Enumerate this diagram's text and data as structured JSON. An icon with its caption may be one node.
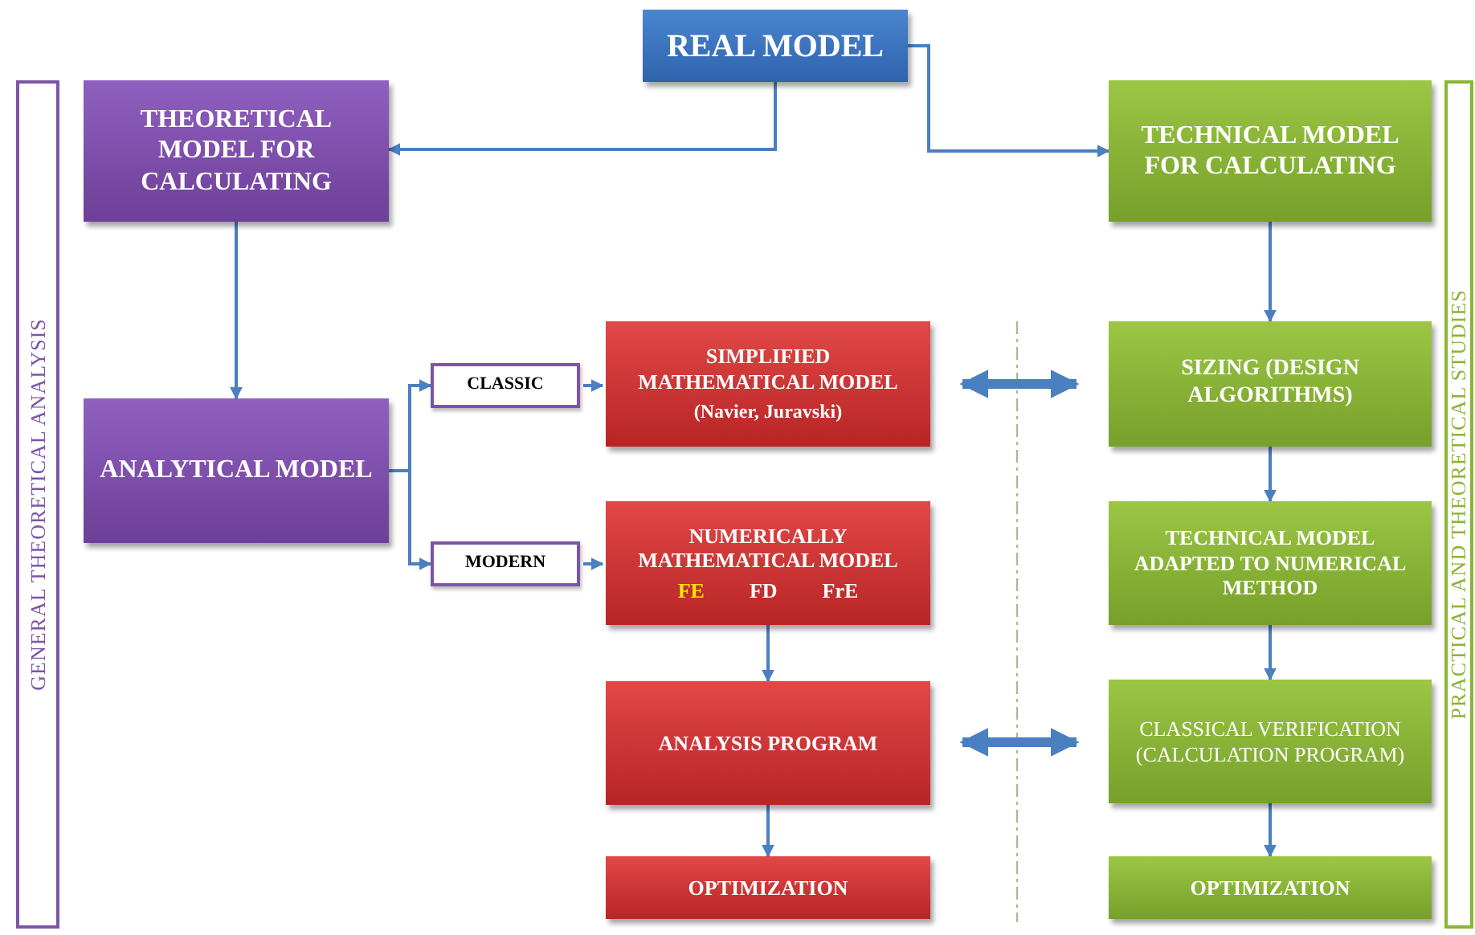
{
  "diagram": {
    "nodes": [
      {
        "text": [
          "GENERAL THEORETICAL ANALYSIS"
        ]
      },
      {
        "text": [
          "REAL MODEL"
        ]
      },
      {
        "text": [
          "THEORETICAL MODEL FOR CALCULATING"
        ]
      },
      {
        "text": [
          "TECHNICAL MODEL FOR CALCULATING"
        ]
      },
      {
        "text": [
          "ANALYTICAL MODEL"
        ]
      },
      {
        "text": [
          "CLASSIC"
        ]
      },
      {
        "text": [
          "SIMPLIFIED MATHEMATICAL MODEL",
          "(Navier, Juravski)"
        ]
      },
      {
        "text": [
          "SIZING (DESIGN ALGORITHMS)"
        ]
      },
      {
        "text": [
          "MODERN"
        ]
      },
      {
        "text": [
          "NUMERICALLY MATHEMATICAL MODEL",
          "FE",
          "FD",
          "FrE"
        ]
      },
      {
        "text": [
          "TECHNICAL MODEL ADAPTED TO NUMERICAL METHOD"
        ]
      },
      {
        "text": [
          "ANALYSIS PROGRAM"
        ]
      },
      {
        "text": [
          "CLASSICAL VERIFICATION (CALCULATION PROGRAM)"
        ]
      },
      {
        "text": [
          "OPTIMIZATION"
        ]
      },
      {
        "text": [
          "OPTIMIZATION"
        ]
      },
      {
        "text": [
          "PRACTICAL AND THEORETICAL STUDIES"
        ]
      }
    ],
    "edges": [
      {
        "from": 1,
        "to": 2,
        "arrow": "to"
      },
      {
        "from": 1,
        "to": 3,
        "arrow": "to"
      },
      {
        "from": 2,
        "to": 4,
        "arrow": "to"
      },
      {
        "from": 3,
        "to": 7,
        "arrow": "to"
      },
      {
        "from": 4,
        "to": 5,
        "arrow": "to"
      },
      {
        "from": 4,
        "to": 8,
        "arrow": "to"
      },
      {
        "from": 5,
        "to": 6,
        "arrow": "to"
      },
      {
        "from": 8,
        "to": 9,
        "arrow": "to"
      },
      {
        "from": 6,
        "to": 7,
        "arrow": "both",
        "style": "thick"
      },
      {
        "from": 7,
        "to": 10,
        "arrow": "to"
      },
      {
        "from": 9,
        "to": 11,
        "arrow": "to"
      },
      {
        "from": 10,
        "to": 12,
        "arrow": "to"
      },
      {
        "from": 11,
        "to": 12,
        "arrow": "both",
        "style": "thick"
      },
      {
        "from": 11,
        "to": 13,
        "arrow": "to"
      },
      {
        "from": 12,
        "to": 14,
        "arrow": "to"
      }
    ]
  }
}
